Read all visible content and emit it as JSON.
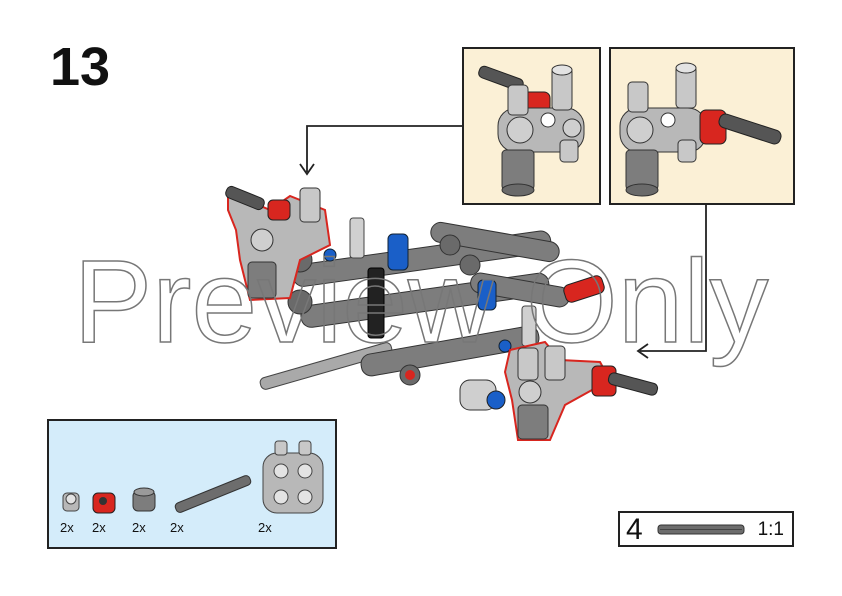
{
  "step_number": "13",
  "watermark_text": "Preview Only",
  "parts_list": [
    {
      "name": "pin-connector-gray",
      "quantity": "2x"
    },
    {
      "name": "pin-red",
      "quantity": "2x"
    },
    {
      "name": "bush-dark-gray",
      "quantity": "2x"
    },
    {
      "name": "axle",
      "quantity": "2x"
    },
    {
      "name": "double-pin-connector",
      "quantity": "2x"
    }
  ],
  "scale_indicator": {
    "length": "4",
    "ratio": "1:1"
  },
  "colors": {
    "callout_bg": "#fbf0d6",
    "parts_bg": "#d4ecfa",
    "part_gray": "#7d7d7d",
    "part_light_gray": "#b8b8b8",
    "part_red": "#d8261f",
    "part_blue": "#1a5fc8"
  }
}
